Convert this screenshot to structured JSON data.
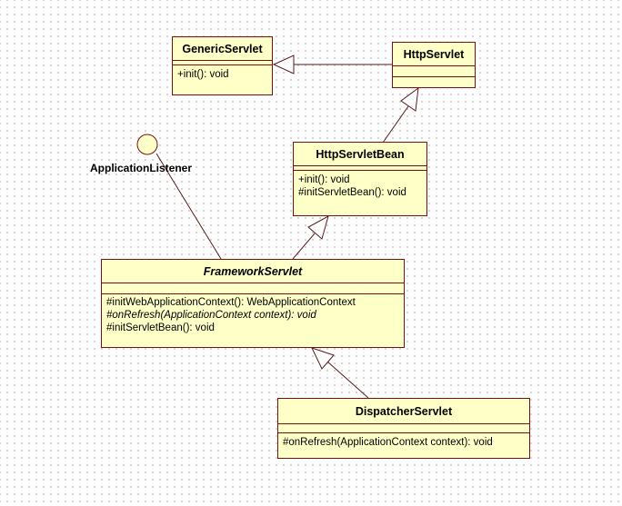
{
  "classes": {
    "generic_servlet": {
      "name": "GenericServlet",
      "operations": [
        "+init(): void"
      ]
    },
    "http_servlet": {
      "name": "HttpServlet",
      "operations": []
    },
    "http_servlet_bean": {
      "name": "HttpServletBean",
      "operations": [
        "+init(): void",
        "#initServletBean(): void"
      ]
    },
    "framework_servlet": {
      "name": "FrameworkServlet",
      "abstract": true,
      "operations": [
        "#initWebApplicationContext(): WebApplicationContext",
        "#onRefresh(ApplicationContext context): void",
        "#initServletBean(): void"
      ]
    },
    "dispatcher_servlet": {
      "name": "DispatcherServlet",
      "operations": [
        "#onRefresh(ApplicationContext context): void"
      ]
    }
  },
  "interface": {
    "name": "ApplicationListener"
  },
  "relations": [
    {
      "type": "generalization",
      "from": "HttpServlet",
      "to": "GenericServlet"
    },
    {
      "type": "generalization",
      "from": "HttpServletBean",
      "to": "HttpServlet"
    },
    {
      "type": "generalization",
      "from": "FrameworkServlet",
      "to": "HttpServletBean"
    },
    {
      "type": "generalization",
      "from": "DispatcherServlet",
      "to": "FrameworkServlet"
    },
    {
      "type": "realization",
      "from": "FrameworkServlet",
      "to": "ApplicationListener"
    }
  ],
  "colors": {
    "class_fill": "#ffffc8",
    "class_border": "#7a1010",
    "line": "#5a1a1a"
  }
}
